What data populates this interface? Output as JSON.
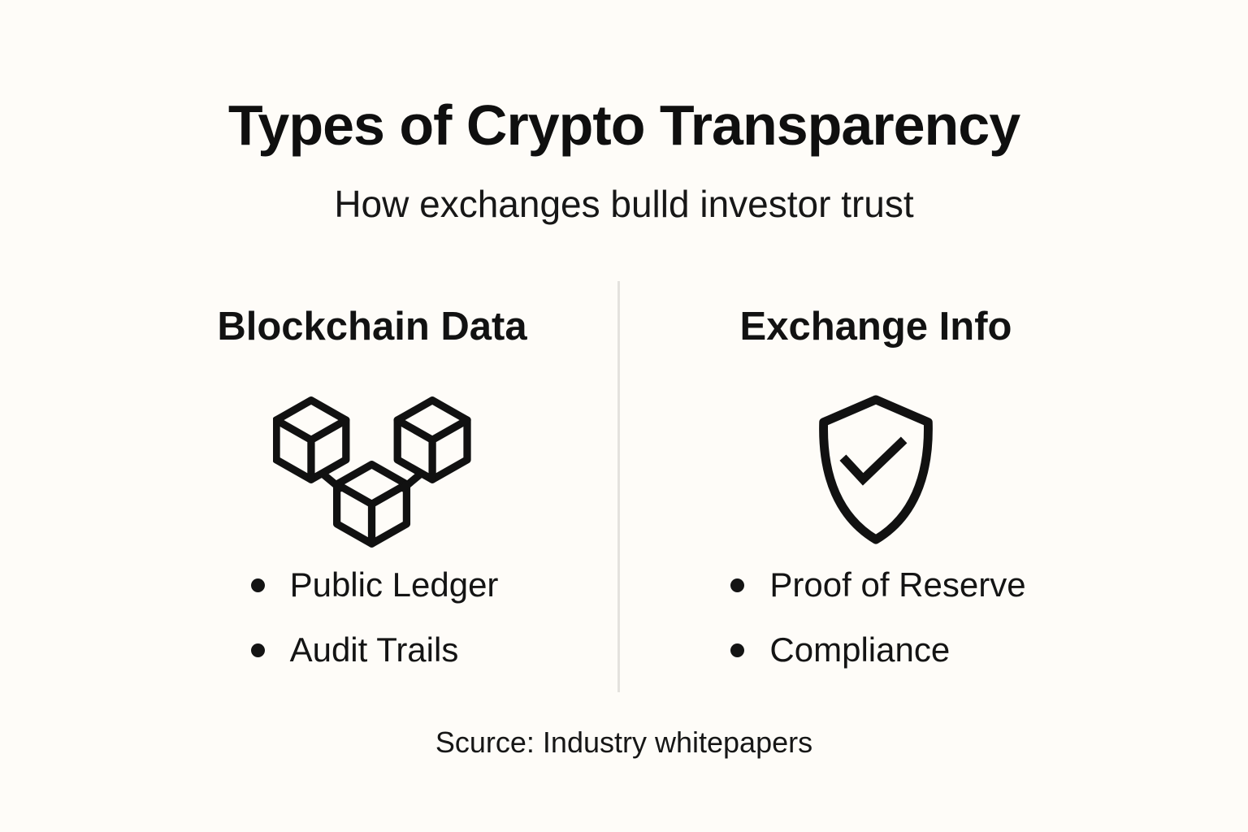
{
  "page": {
    "title": "Types of Crypto Transparency",
    "subtitle": "How exchanges bulld investor trust",
    "source_caption": "Scurce: Industry whitepapers"
  },
  "columns": [
    {
      "header": "Blockchain Data",
      "icon": "blockchain-cubes-icon",
      "bullets": [
        "Public Ledger",
        "Audit Trails"
      ]
    },
    {
      "header": "Exchange Info",
      "icon": "shield-check-icon",
      "bullets": [
        "Proof of Reserve",
        "Compliance"
      ]
    }
  ],
  "colors": {
    "background": "#FEFCF8",
    "text": "#131313",
    "divider": "#E4E2DE"
  }
}
